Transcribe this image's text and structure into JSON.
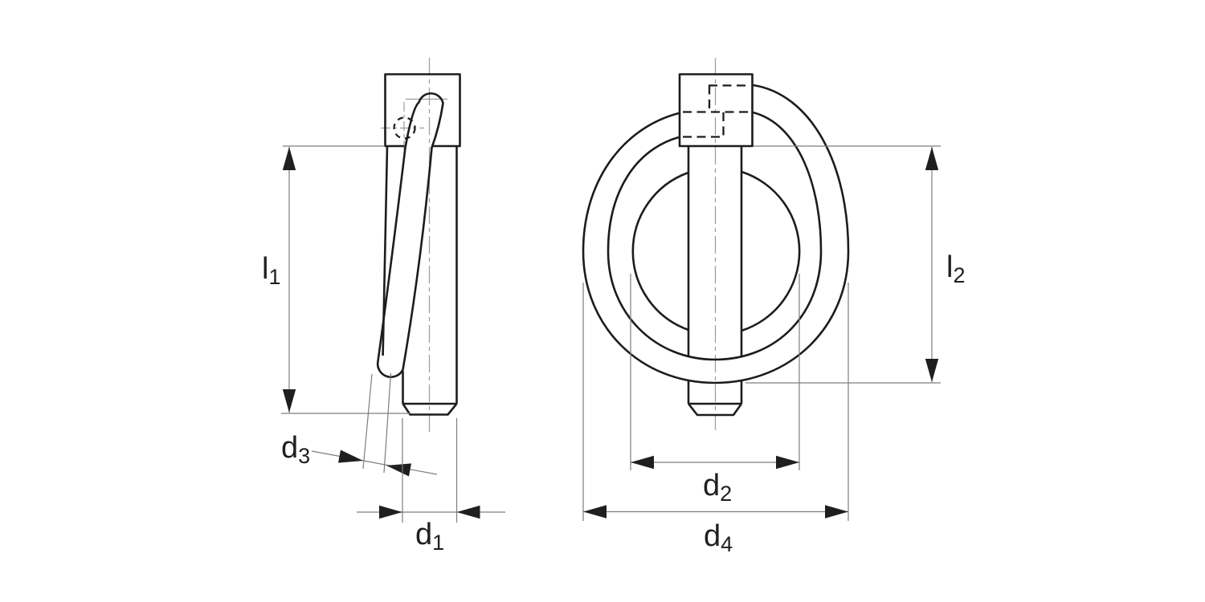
{
  "colors": {
    "background": "#ffffff",
    "outline": "#1c1c1c",
    "dimension_line": "#7d7d7d",
    "centerline": "#9b9b9b",
    "label_text": "#1f1f1f"
  },
  "views": {
    "side_view": {
      "labels": {
        "l1": {
          "main": "l",
          "sub": "1"
        },
        "d3": {
          "main": "d",
          "sub": "3"
        },
        "d1": {
          "main": "d",
          "sub": "1"
        }
      }
    },
    "front_view": {
      "labels": {
        "l2": {
          "main": "l",
          "sub": "2"
        },
        "d2": {
          "main": "d",
          "sub": "2"
        },
        "d4": {
          "main": "d",
          "sub": "4"
        }
      }
    }
  }
}
